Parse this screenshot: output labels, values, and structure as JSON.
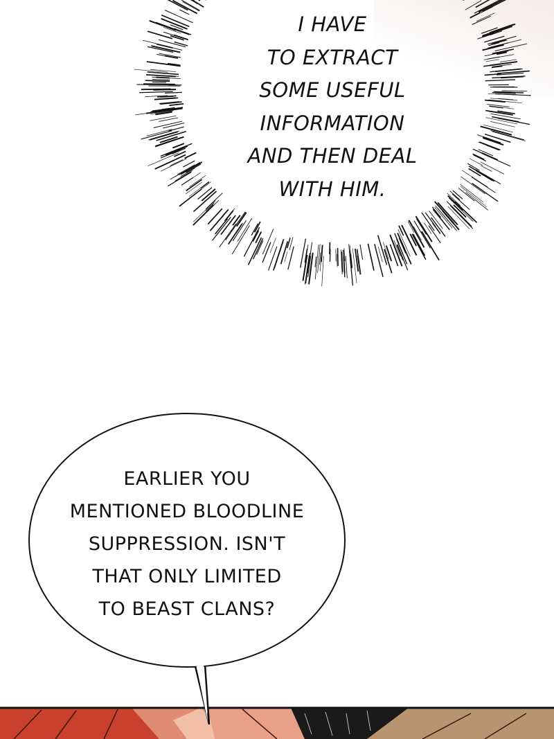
{
  "thought_bubble": {
    "lines": [
      "I HAVE",
      "TO EXTRACT",
      "SOME USEFUL",
      "INFORMATION",
      "AND THEN DEAL",
      "WITH HIM."
    ]
  },
  "speech_bubble": {
    "lines": [
      "EARLIER YOU",
      "MENTIONED BLOODLINE",
      "SUPPRESSION. ISN'T",
      "THAT ONLY LIMITED",
      "TO BEAST CLANS?"
    ]
  },
  "colors": {
    "hair_red": "#c9402c",
    "skin": "#e8a088",
    "tan": "#b89470",
    "ink": "#111111"
  }
}
